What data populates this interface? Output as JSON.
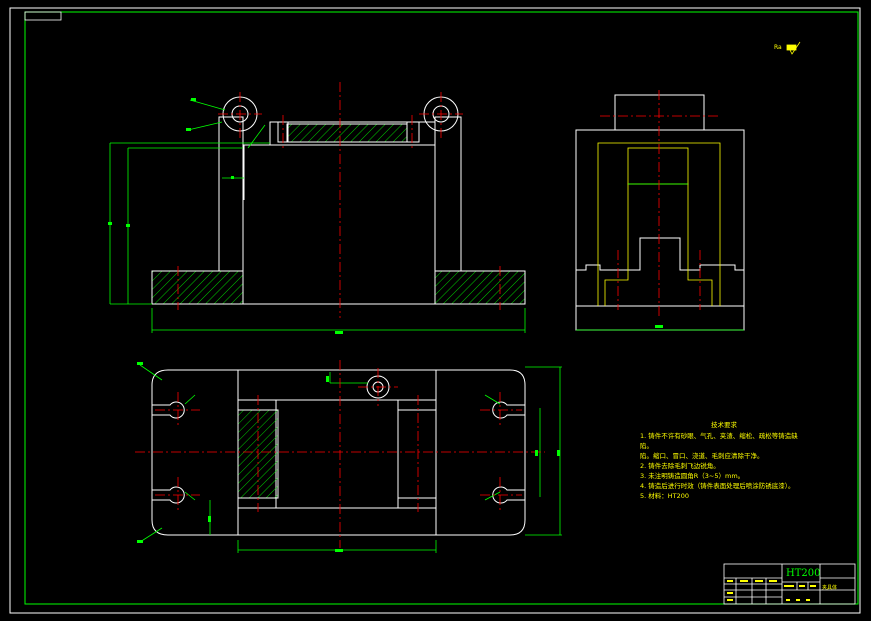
{
  "drawing": {
    "tech_requirements_title": "技术要求",
    "tech_requirements": [
      "1. 铸件不许有砂眼、气孔、夹渣、缩松、疏松等铸造缺陷。",
      "陷。缩口、冒口、浇道、毛刺应清除干净。",
      "2. 铸件去除毛刺飞边锐角。",
      "3. 未注明铸造圆角R（3~5）mm。",
      "4. 铸造后进行时效（铸件表面处理后喷涂防锈底漆）。",
      "5. 材料：HT200"
    ],
    "material": "HT200",
    "part_name": "夹具体",
    "roughness_note": "Ra"
  },
  "colors": {
    "frame": "#ffffff",
    "outline": "#ffffff",
    "dimension": "#00ff00",
    "centerline": "#ff0000",
    "hatch": "#00ff00",
    "text": "#ffff00",
    "hidden": "#ffff00",
    "background": "#000000"
  }
}
